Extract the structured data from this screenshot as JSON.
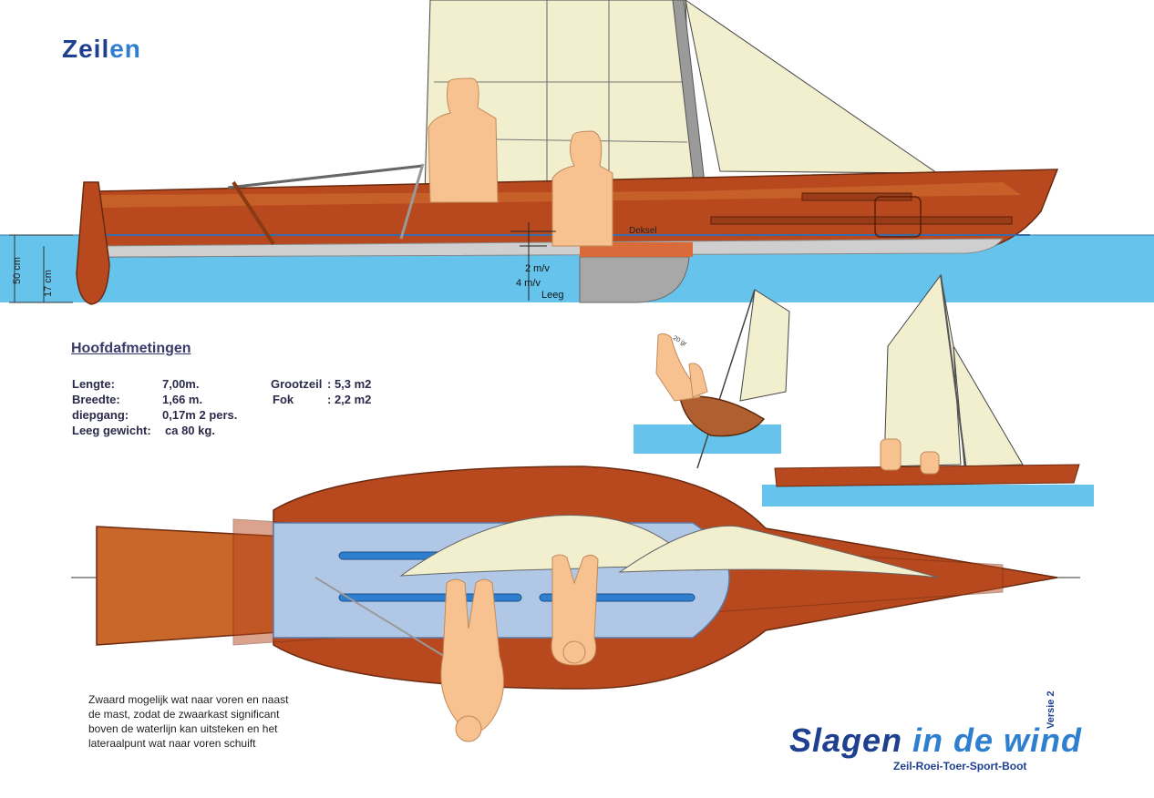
{
  "header": {
    "title_part1": "Zeil",
    "title_part2": "en"
  },
  "side_view": {
    "depth_total": "50 cm",
    "depth_draft": "17 cm",
    "label_lid": "Deksel",
    "speed_1": "2 m/v",
    "speed_2": "4 m/v",
    "label_empty": "Leeg"
  },
  "specs": {
    "heading": "Hoofdafmetingen",
    "rows": [
      {
        "label": "Lengte:",
        "value": "7,00m."
      },
      {
        "label": "Breedte:",
        "value": "1,66 m."
      },
      {
        "label": "diepgang:",
        "value": "0,17m 2 pers."
      },
      {
        "label": "Leeg gewicht:",
        "value": "ca 80 kg."
      }
    ],
    "sails": [
      {
        "label": "Grootzeil",
        "value": ": 5,3 m2"
      },
      {
        "label": "Fok",
        "value": ": 2,2 m2"
      }
    ]
  },
  "heel_view": {
    "angle_label": "20 gr"
  },
  "note": "Zwaard mogelijk wat naar voren en naast de mast, zodat de zwaarkast significant boven de waterlijn kan uitsteken en het lateraalpunt wat naar voren schuift",
  "branding": {
    "title_part1": "Slagen ",
    "title_part2": "in de wind",
    "subtitle": "Zeil-Roei-Toer-Sport-Boot",
    "version": "Versie 2"
  },
  "colors": {
    "water": "#66c4ec",
    "hull": "#b8491f",
    "deck": "#c9662a",
    "sail": "#f2efcf",
    "person": "#f7c28f",
    "cockpit": "#b0c8e6",
    "brand_dark": "#1f3f8f",
    "brand_light": "#2f7fd0"
  }
}
